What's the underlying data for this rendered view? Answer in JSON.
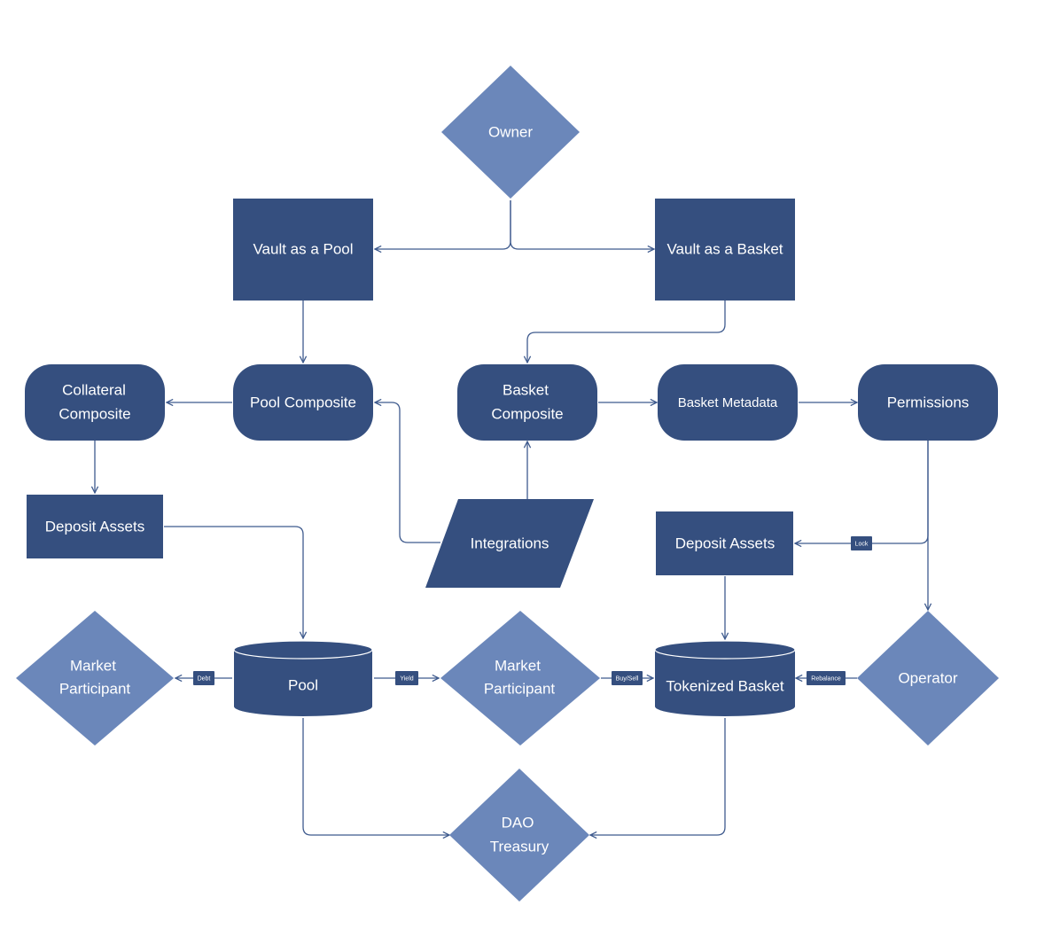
{
  "colors": {
    "dark": "#354f7f",
    "light": "#6b87ba",
    "edge": "#3f5b8e",
    "background": "#ffffff"
  },
  "nodes": {
    "owner": "Owner",
    "vault_pool": "Vault as a Pool",
    "vault_basket": "Vault as a Basket",
    "collateral_composite": [
      "Collateral",
      "Composite"
    ],
    "pool_composite": "Pool Composite",
    "basket_composite": [
      "Basket",
      "Composite"
    ],
    "basket_metadata": "Basket Metadata",
    "permissions": "Permissions",
    "deposit_assets_left": "Deposit Assets",
    "integrations": "Integrations",
    "deposit_assets_right": "Deposit Assets",
    "market_participant_left": [
      "Market",
      "Participant"
    ],
    "pool": "Pool",
    "market_participant_mid": [
      "Market",
      "Participant"
    ],
    "tokenized_basket": "Tokenized Basket",
    "operator": "Operator",
    "dao_treasury": [
      "DAO",
      "Treasury"
    ]
  },
  "edge_labels": {
    "lock": "Lock",
    "debt": "Debt",
    "yield": "Yield",
    "buy_sell": "Buy/Sell",
    "rebalance": "Rebalance"
  }
}
